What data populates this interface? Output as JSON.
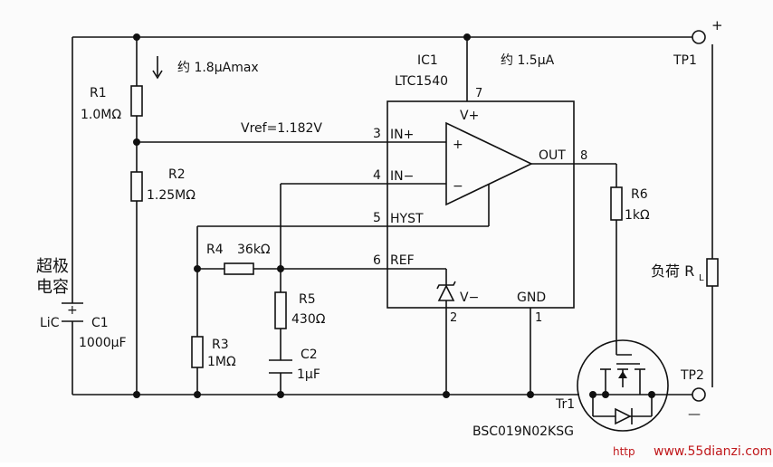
{
  "labels": {
    "tp1": "TP1",
    "tp2": "TP2",
    "plus": "+",
    "minus": "—",
    "current_r1": "约 1.8μAmax",
    "current_ic": "约 1.5μA",
    "ic_ref": "IC1",
    "ic_part": "LTC1540",
    "r1_name": "R1",
    "r1_value": "1.0MΩ",
    "r2_name": "R2",
    "r2_value": "1.25MΩ",
    "r3_name": "R3",
    "r3_value": "1MΩ",
    "r4_name": "R4",
    "r4_value": "36kΩ",
    "r5_name": "R5",
    "r5_value": "430Ω",
    "r6_name": "R6",
    "r6_value": "1kΩ",
    "c1_name": "C1",
    "c1_value": "1000μF",
    "c1_polarity": "+",
    "c1_type": "LiC",
    "c2_name": "C2",
    "c2_value": "1μF",
    "supercap_line1": "超极",
    "supercap_line2": "电容",
    "vref": "Vref=1.182V",
    "load_label": "负荷 R",
    "load_sub": "L",
    "pin_vplus_num": "7",
    "pin_vplus": "V+",
    "pin_inplus_num": "3",
    "pin_inplus": "IN+",
    "pin_inminus_num": "4",
    "pin_inminus": "IN−",
    "pin_hyst_num": "5",
    "pin_hyst": "HYST",
    "pin_ref_num": "6",
    "pin_ref": "REF",
    "pin_out": "OUT",
    "pin_out_num": "8",
    "pin_vminus": "V−",
    "pin_vminus_num": "2",
    "pin_gnd": "GND",
    "pin_gnd_num": "1",
    "opamp_plus": "+",
    "opamp_minus": "−",
    "tr1_name": "Tr1",
    "tr1_part": "BSC019N02KSG",
    "watermark": "www.55dianzi.com",
    "watermark_prefix": "http"
  },
  "colors": {
    "ink": "#111111",
    "background": "#fbfbfb",
    "watermark": "#c0181b"
  },
  "icons": {
    "current_arrow": "down-arrow-icon",
    "terminal": "terminal-circle-icon",
    "resistor": "resistor-icon",
    "capacitor": "capacitor-icon",
    "comparator": "comparator-icon",
    "zener": "zener-diode-icon",
    "mosfet": "mosfet-icon"
  }
}
